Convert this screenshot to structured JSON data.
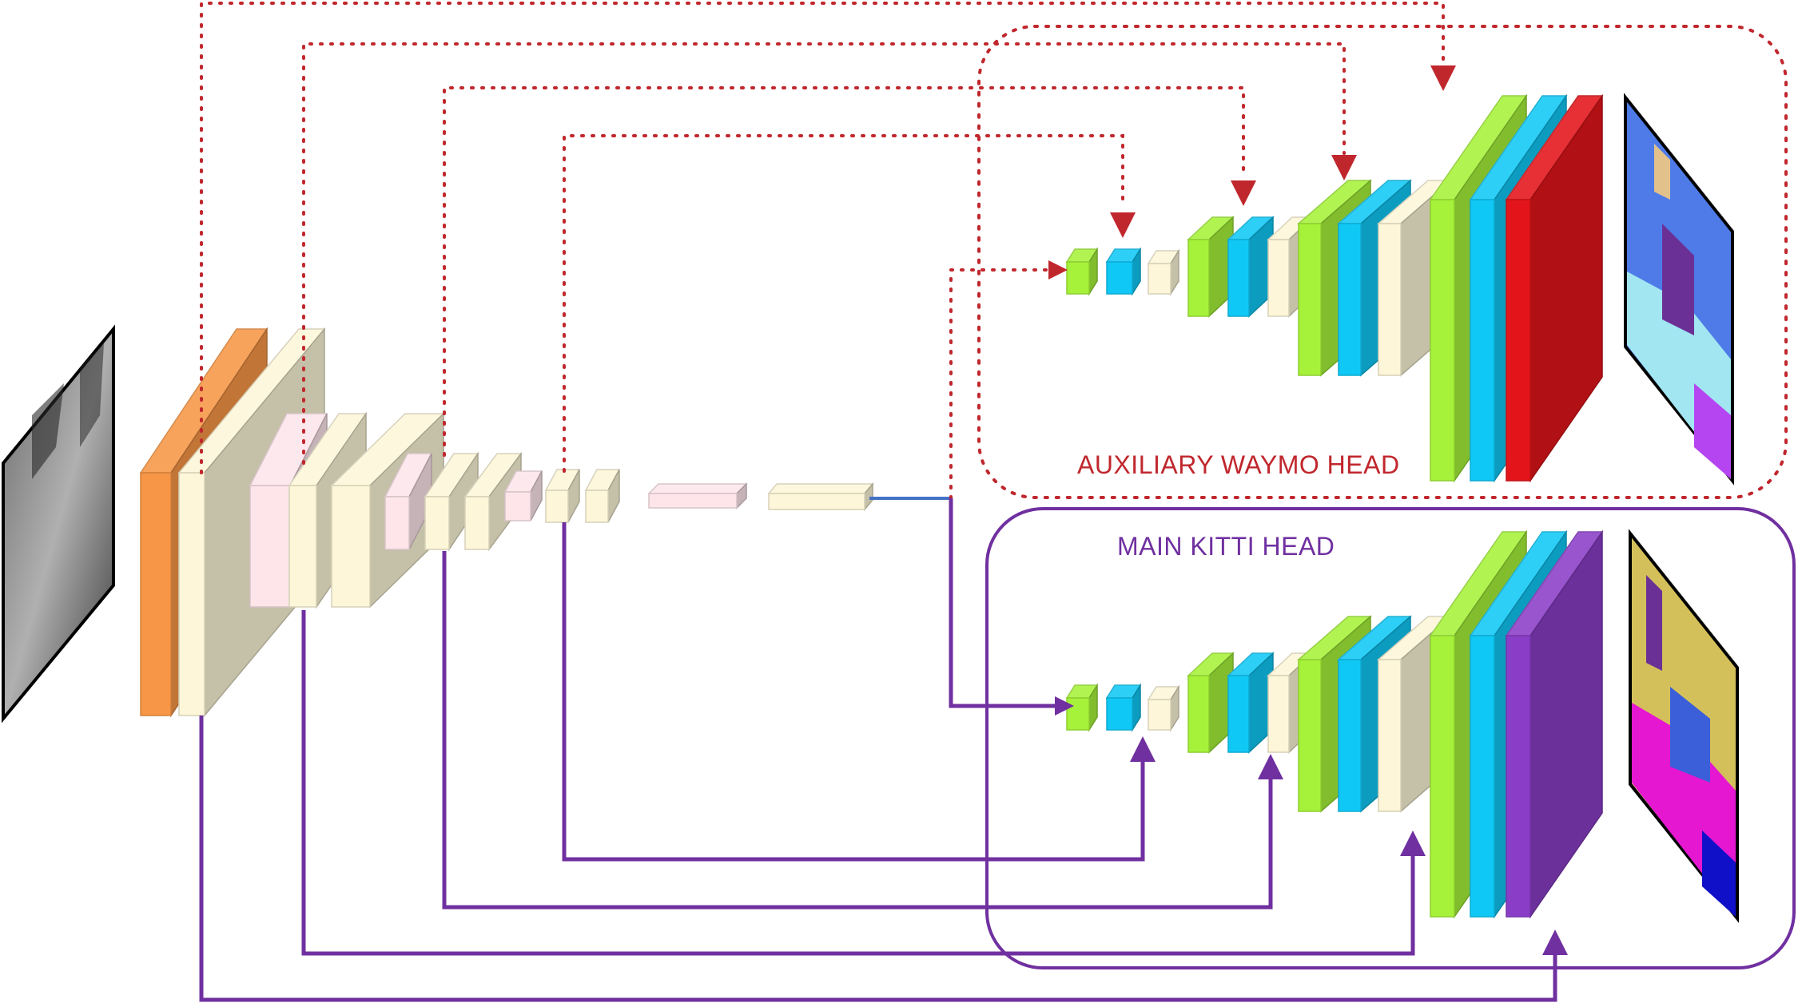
{
  "waymo_head": {
    "label": "AUXILIARY WAYMO HEAD"
  },
  "kitti_head": {
    "label": "MAIN KITTI HEAD"
  },
  "colors": {
    "waymo_accent": "#c0272d",
    "kitti_accent": "#7030a0",
    "bottleneck_link": "#4472c4",
    "orange_layer": "#f79646",
    "cream_layer": "#fdf6d8",
    "pink_layer": "#fde5ea",
    "green_layer": "#a6f23a",
    "cyan_layer": "#10c8f6",
    "red_layer": "#e3141a",
    "purple_layer": "#8a3ec7"
  },
  "icons": {
    "input": "depth-map-image",
    "waymo_output": "waymo-segmentation-output",
    "kitti_output": "kitti-segmentation-output"
  }
}
